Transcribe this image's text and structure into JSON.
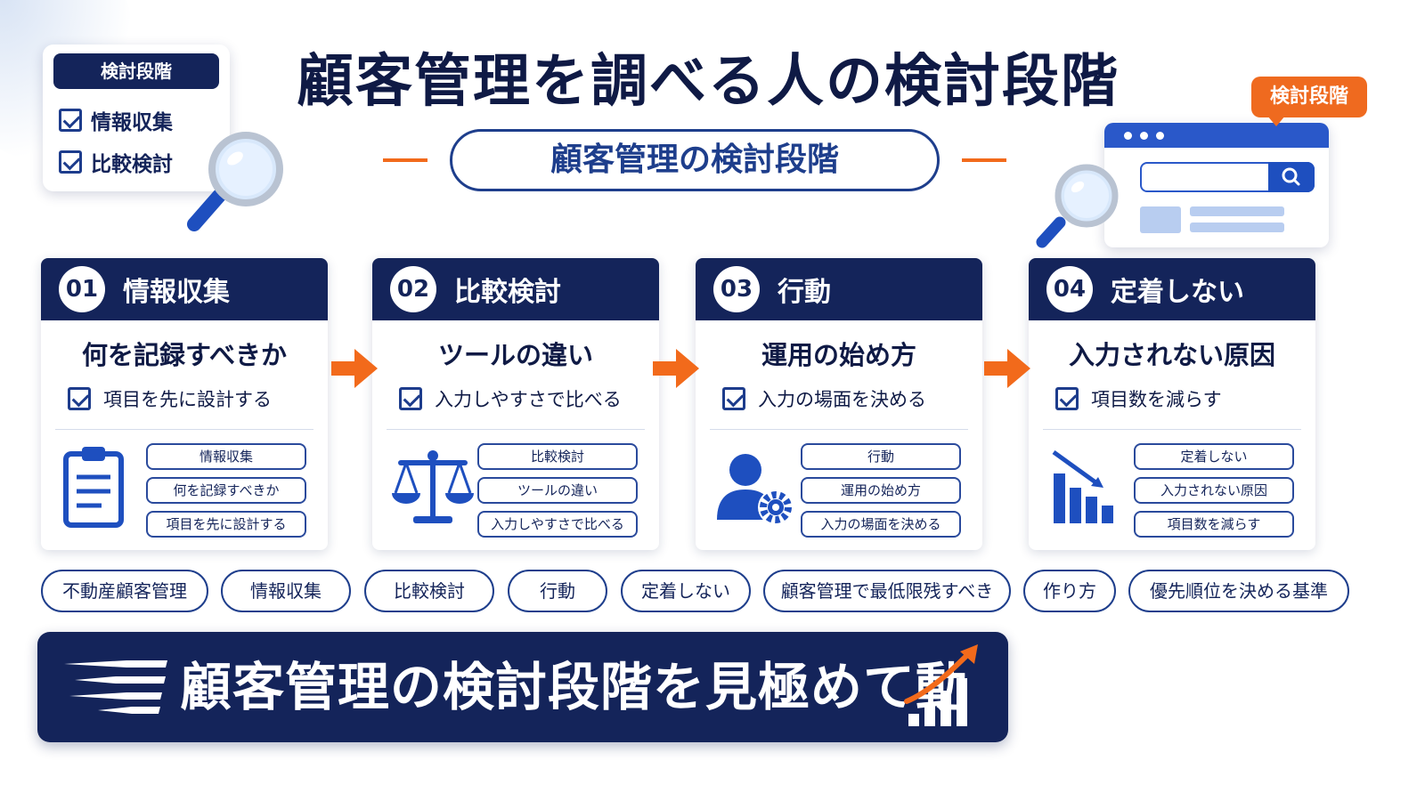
{
  "header": {
    "title": "顧客管理を調べる人の検討段階",
    "subtitle": "顧客管理の検討段階"
  },
  "top_left_card": {
    "label": "検討段階",
    "checks": [
      "情報収集",
      "比較検討"
    ]
  },
  "browser_tag": "検討段階",
  "steps": [
    {
      "number": "01",
      "title": "情報収集",
      "heading": "何を記録すべきか",
      "check": "項目を先に設計する",
      "icon": "clipboard-icon",
      "tags": [
        "情報収集",
        "何を記録すべきか",
        "項目を先に設計する"
      ]
    },
    {
      "number": "02",
      "title": "比較検討",
      "heading": "ツールの違い",
      "check": "入力しやすさで比べる",
      "icon": "scale-icon",
      "tags": [
        "比較検討",
        "ツールの違い",
        "入力しやすさで比べる"
      ]
    },
    {
      "number": "03",
      "title": "行動",
      "heading": "運用の始め方",
      "check": "入力の場面を決める",
      "icon": "user-gear-icon",
      "tags": [
        "行動",
        "運用の始め方",
        "入力の場面を決める"
      ]
    },
    {
      "number": "04",
      "title": "定着しない",
      "heading": "入力されない原因",
      "check": "項目数を減らす",
      "icon": "declining-chart-icon",
      "tags": [
        "定着しない",
        "入力されない原因",
        "項目数を減らす"
      ]
    }
  ],
  "keywords": [
    "不動産顧客管理",
    "情報収集",
    "比較検討",
    "行動",
    "定着しない",
    "顧客管理で最低限残すべき",
    "作り方",
    "優先順位を決める基準"
  ],
  "banner": {
    "text": "顧客管理の検討段階を見極めて動く"
  },
  "colors": {
    "navy": "#14245a",
    "accent_orange": "#f26a1b",
    "blue": "#1e4fbf"
  }
}
